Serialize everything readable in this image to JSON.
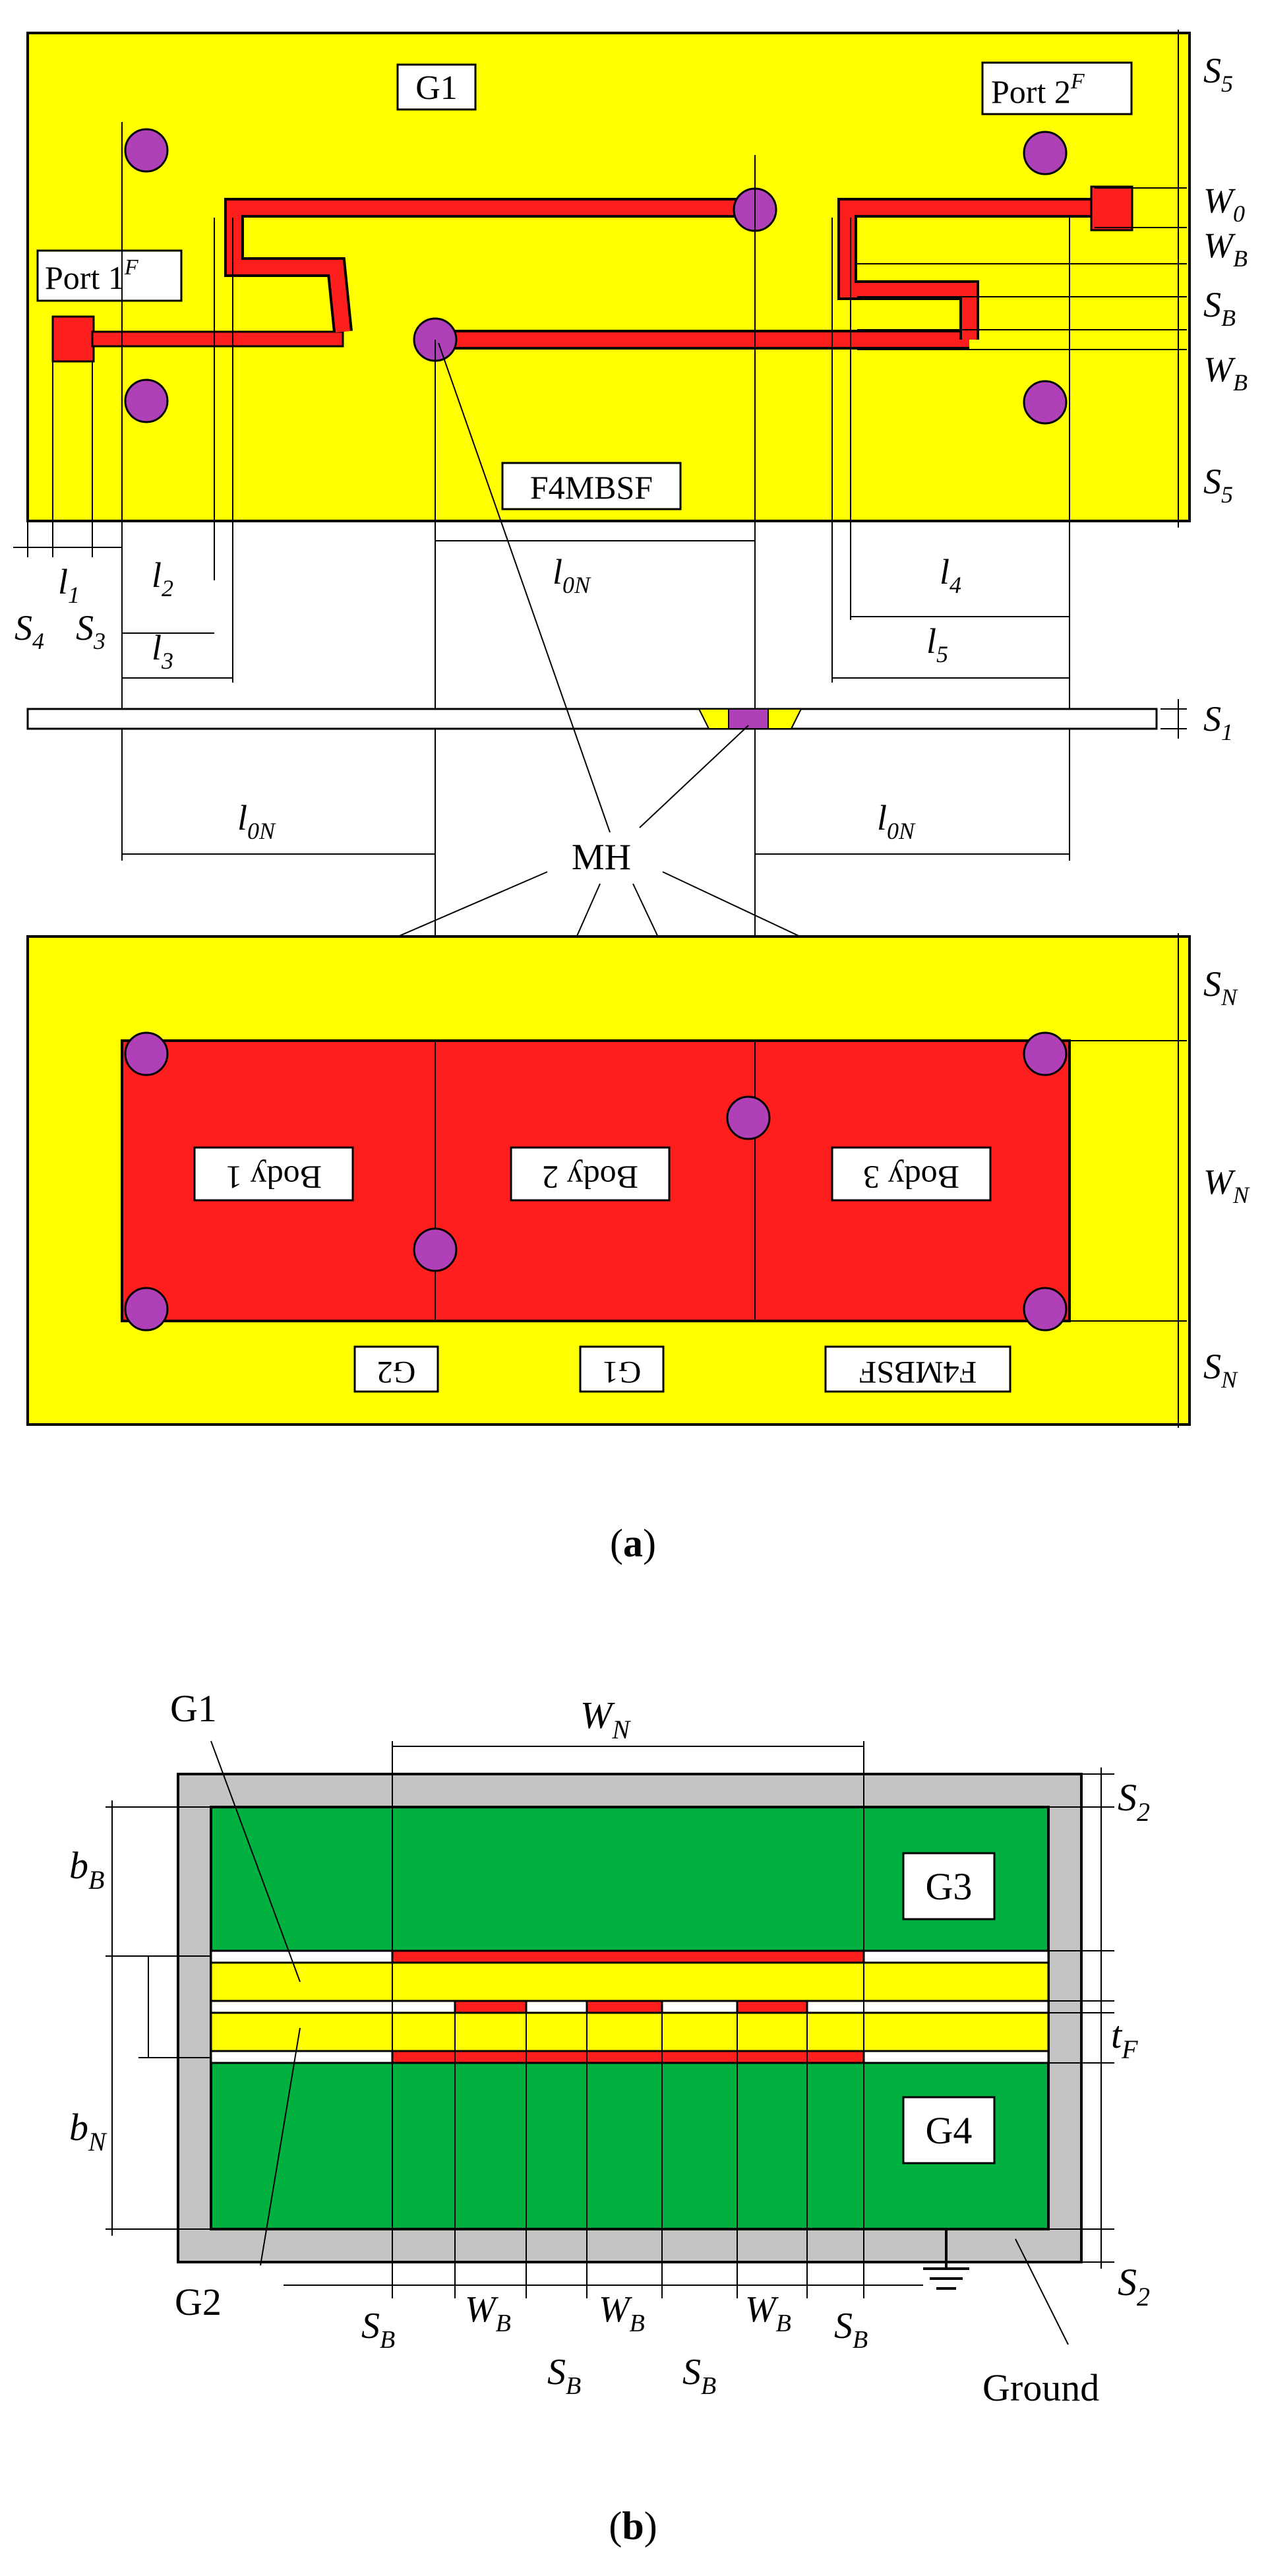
{
  "panel_a": {
    "caption": "(a)",
    "top": {
      "label_g1": "G1",
      "label_material": "F4MBSF",
      "port1": "Port 1",
      "port2": "Port 2",
      "port_sup": "F"
    },
    "dims_right": {
      "s5": "S",
      "s5_sub": "5",
      "w0": "W",
      "w0_sub": "0",
      "wb": "W",
      "wb_sub": "B",
      "sb": "S",
      "sb_sub": "B",
      "s1": "S",
      "s1_sub": "1",
      "sn": "S",
      "sn_sub": "N",
      "wn": "W",
      "wn_sub": "N"
    },
    "dims_bottom": {
      "l1": "l",
      "l1_sub": "1",
      "l2": "l",
      "l2_sub": "2",
      "l3": "l",
      "l3_sub": "3",
      "l4": "l",
      "l4_sub": "4",
      "l5": "l",
      "l5_sub": "5",
      "s4": "S",
      "s4_sub": "4",
      "s3": "S",
      "s3_sub": "3",
      "l0n": "l",
      "l0n_sub": "0N"
    },
    "mh": "MH",
    "bottom": {
      "body1": "Body 1",
      "body2": "Body 2",
      "body3": "Body 3",
      "g2": "G2",
      "g1": "G1",
      "material": "F4MBSF"
    }
  },
  "panel_b": {
    "caption": "(b)",
    "g1": "G1",
    "g2": "G2",
    "g3": "G3",
    "g4": "G4",
    "ground": "Ground",
    "wn": "W",
    "wn_sub": "N",
    "s2": "S",
    "s2_sub": "2",
    "bb": "b",
    "bb_sub": "B",
    "bn": "b",
    "bn_sub": "N",
    "tf": "t",
    "tf_sub": "F",
    "sb": "S",
    "sb_sub": "B",
    "wb": "W",
    "wb_sub": "B"
  },
  "colors": {
    "yellow": "#FFFF00",
    "red": "#FF1E1E",
    "purple": "#B040B8",
    "green": "#00B040",
    "gray": "#C4C4C4"
  }
}
